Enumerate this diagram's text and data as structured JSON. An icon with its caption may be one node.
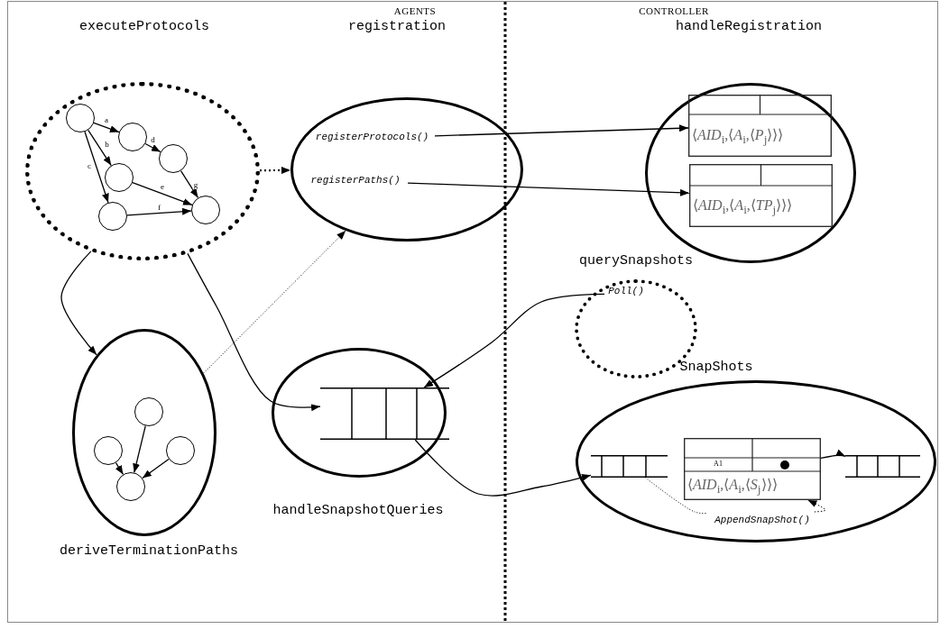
{
  "diagram": {
    "nodes": [
      {
        "text": [
          "executeProtocols"
        ]
      },
      {
        "text": [],
        "shape": "circle",
        "in": 0
      },
      {
        "text": [],
        "shape": "circle",
        "in": 0
      },
      {
        "text": [],
        "shape": "circle",
        "in": 0
      },
      {
        "text": [],
        "shape": "circle",
        "in": 0
      },
      {
        "text": [],
        "shape": "circle",
        "in": 0
      },
      {
        "text": [],
        "shape": "circle",
        "in": 0
      },
      {
        "text": [
          "registration"
        ]
      },
      {
        "text": [
          "registerProtocols()"
        ],
        "in": 7
      },
      {
        "text": [
          "registerPaths()"
        ],
        "in": 7
      },
      {
        "text": [
          "handleRegistration"
        ]
      },
      {
        "text": [
          "⟨*AID*$_{i}$,⟨*A*$_{i}$,⟨*P*$_{j}$⟩⟩⟩"
        ],
        "in": 10
      },
      {
        "text": [
          "⟨*AID*$_{i}$,⟨*A*$_{i}$,⟨*TP*$_{j}$⟩⟩⟩"
        ],
        "in": 10
      },
      {
        "text": [
          "querySnapshots"
        ]
      },
      {
        "text": [
          "Poll()"
        ],
        "in": 13
      },
      {
        "text": [
          "deriveTerminationPaths"
        ]
      },
      {
        "text": [],
        "shape": "circle",
        "in": 15
      },
      {
        "text": [],
        "shape": "circle",
        "in": 15
      },
      {
        "text": [],
        "shape": "circle",
        "in": 15
      },
      {
        "text": [],
        "shape": "circle",
        "in": 15
      },
      {
        "text": [
          "handleSnapshotQueries"
        ]
      },
      {
        "text": [],
        "shape": "queue",
        "in": 20
      },
      {
        "text": [
          "SnapShots"
        ]
      },
      {
        "text": [],
        "shape": "queue",
        "in": 22
      },
      {
        "text": [
          "A1",
          "⟨*AID*$_{i}$,⟨*A*$_{i}$,⟨*S*$_{j}$⟩⟩⟩"
        ],
        "in": 22
      },
      {
        "text": [],
        "shape": "queue",
        "in": 22
      },
      {
        "text": [
          "AppendSnapShot()"
        ],
        "in": 22
      }
    ],
    "edges": [
      {
        "from": 1,
        "to": 2,
        "arrow": "to",
        "label": "a"
      },
      {
        "from": 2,
        "to": 3,
        "arrow": "to",
        "label": "d"
      },
      {
        "from": 1,
        "to": 4,
        "arrow": "to",
        "label": "b"
      },
      {
        "from": 1,
        "to": 6,
        "arrow": "to",
        "label": "c"
      },
      {
        "from": 4,
        "to": 5,
        "arrow": "to",
        "label": "e"
      },
      {
        "from": 3,
        "to": 5,
        "arrow": "to",
        "label": "g"
      },
      {
        "from": 6,
        "to": 5,
        "arrow": "to",
        "label": "f"
      },
      {
        "from": 0,
        "to": 7,
        "arrow": "to",
        "style": "dashed"
      },
      {
        "from": 8,
        "to": 11,
        "arrow": "to"
      },
      {
        "from": 9,
        "to": 12,
        "arrow": "to"
      },
      {
        "from": 16,
        "to": 19,
        "arrow": "to"
      },
      {
        "from": 17,
        "to": 19,
        "arrow": "to"
      },
      {
        "from": 18,
        "to": 19,
        "arrow": "to"
      },
      {
        "from": 0,
        "to": 15,
        "arrow": "to"
      },
      {
        "from": 0,
        "to": 21,
        "arrow": "to"
      },
      {
        "from": 15,
        "to": 7,
        "arrow": "to",
        "style": "dashed"
      },
      {
        "from": 14,
        "to": 21,
        "arrow": "to"
      },
      {
        "from": 21,
        "to": 23,
        "arrow": "to"
      },
      {
        "from": 24,
        "to": 25,
        "arrow": "to"
      },
      {
        "from": 23,
        "to": 26,
        "arrow": "none",
        "style": "dashed"
      },
      {
        "from": 26,
        "to": 24,
        "arrow": "to",
        "style": "dashed"
      }
    ],
    "labels": [
      "AGENTS",
      "CONTROLLER"
    ]
  }
}
